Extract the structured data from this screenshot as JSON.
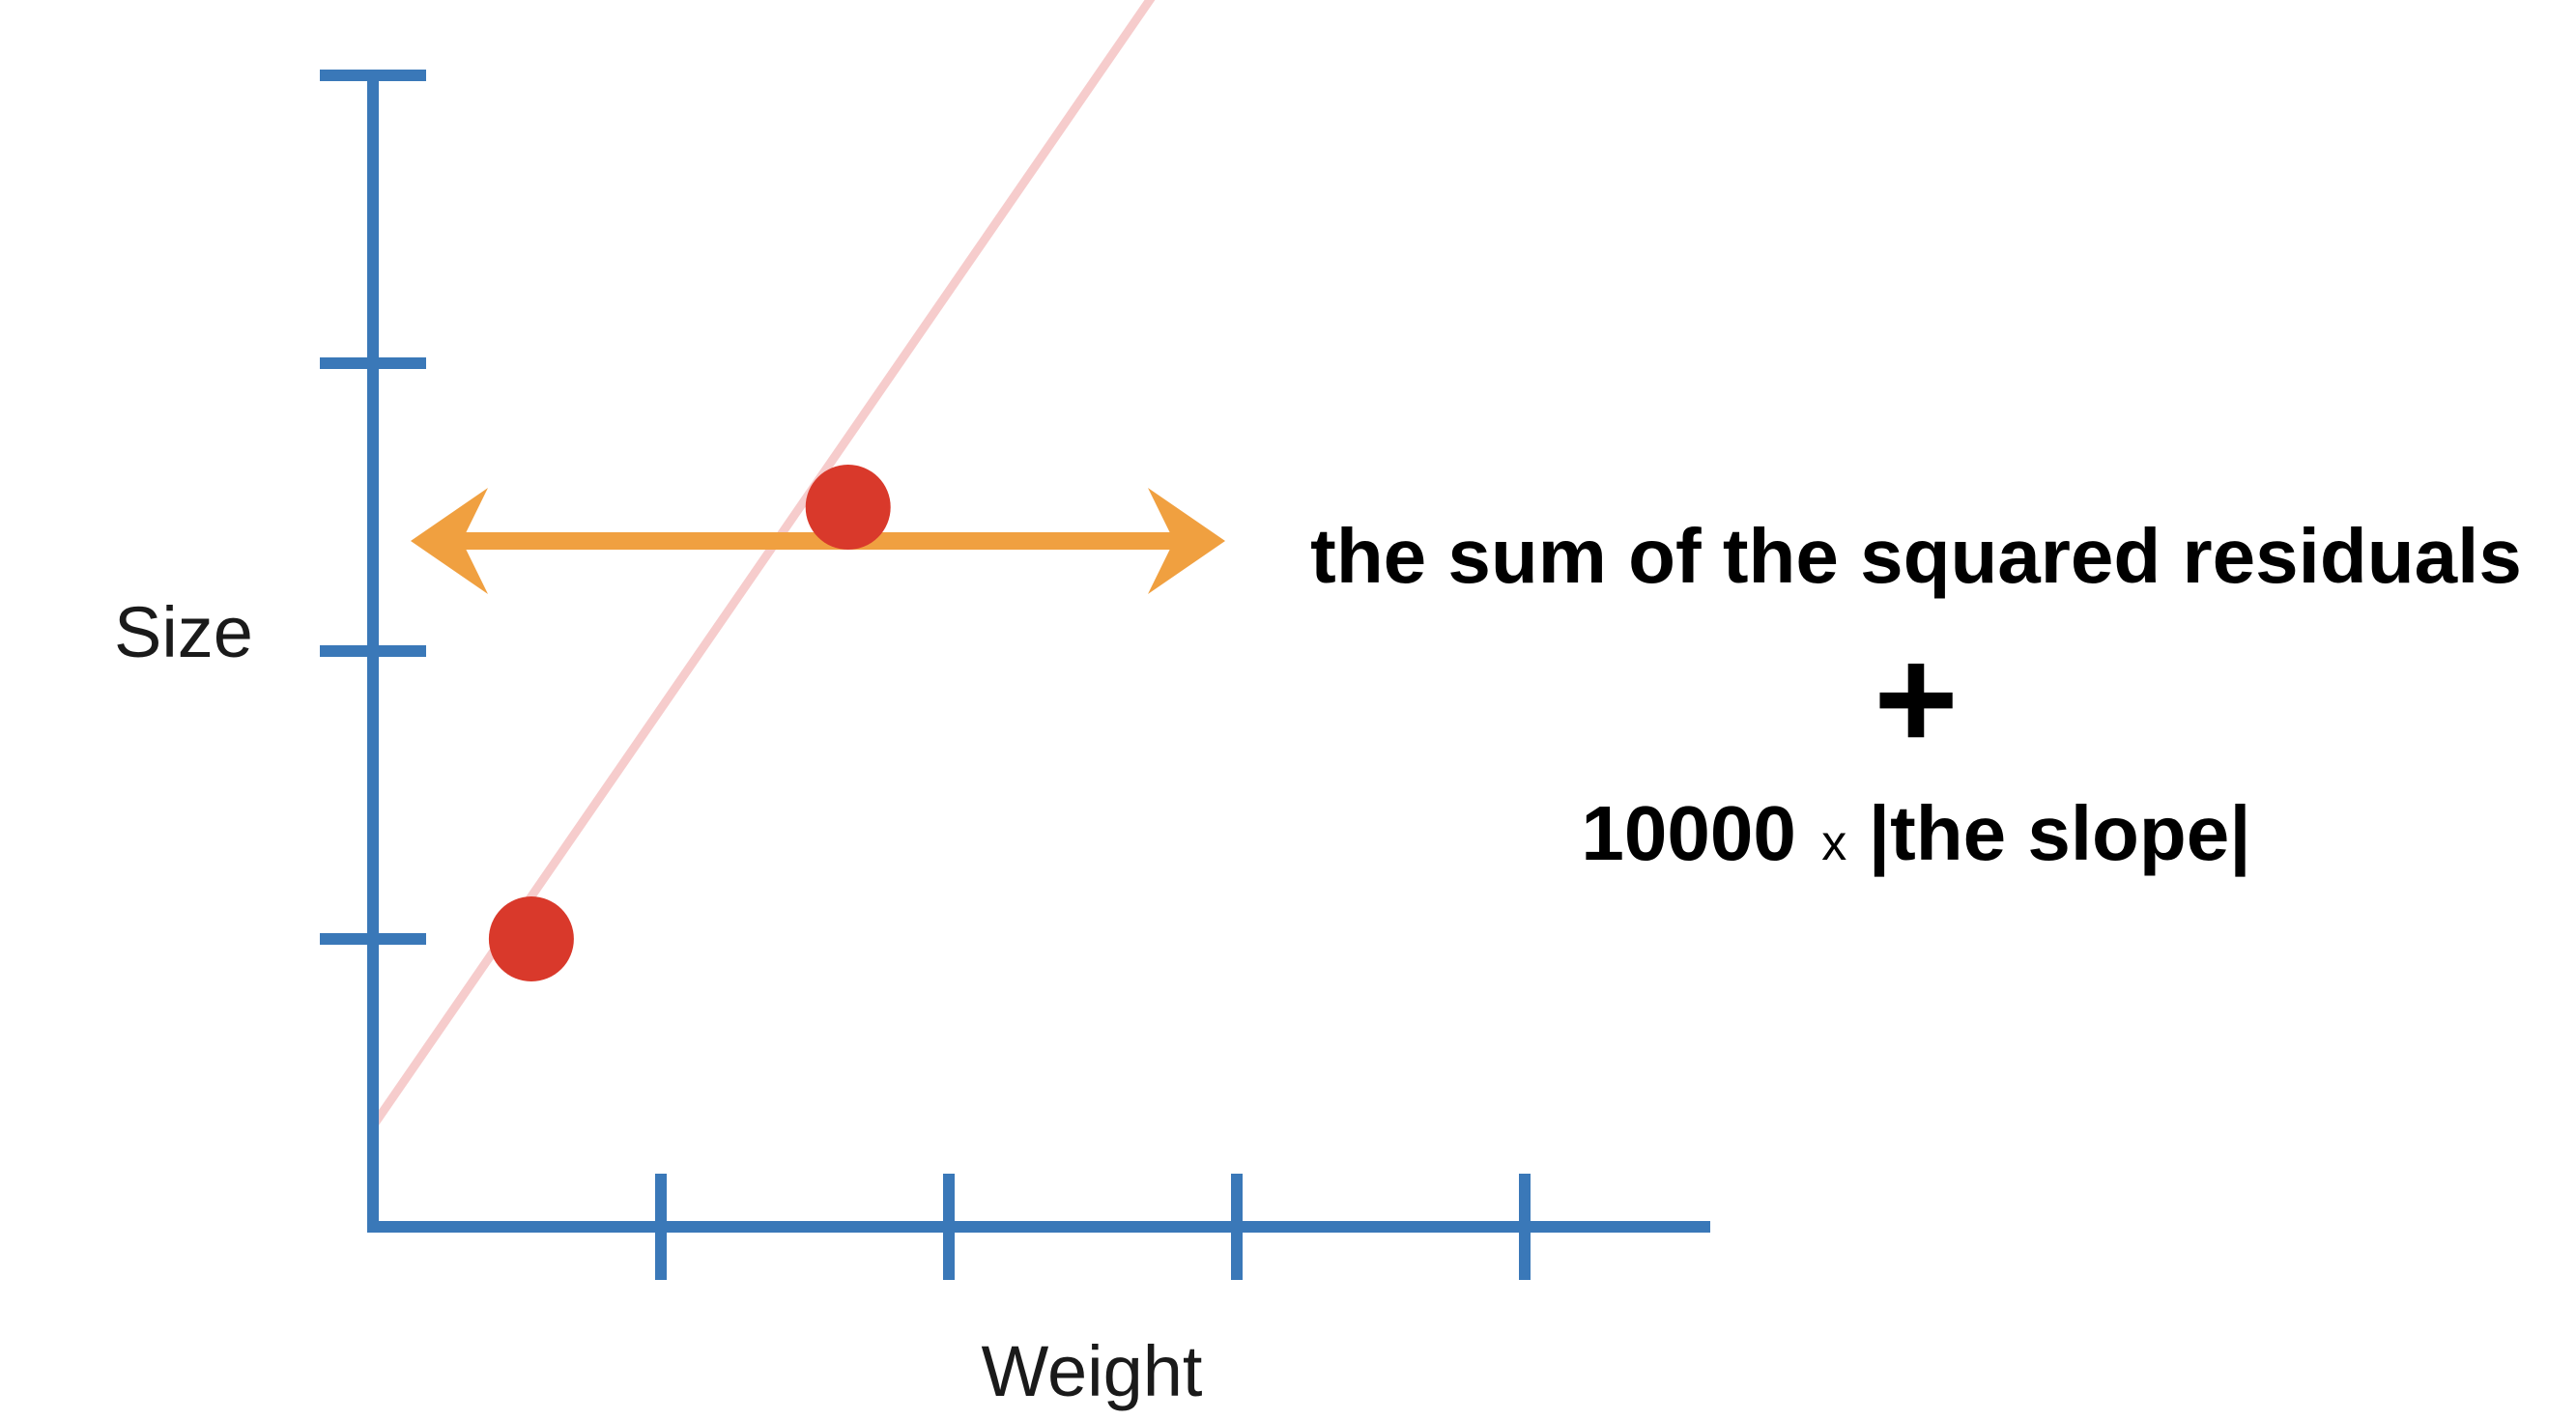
{
  "diagram": {
    "y_axis_label": "Size",
    "x_axis_label": "Weight",
    "colors": {
      "axis": "#3a78b8",
      "fit_line": "#f6cccc",
      "points": "#d9392b",
      "arrow": "#f0a040",
      "text": "#000000"
    },
    "y_ticks": 4,
    "x_ticks": 4,
    "points": [
      {
        "x": 0.55,
        "y": 1.0
      },
      {
        "x": 1.65,
        "y": 2.5
      }
    ],
    "fit_line": {
      "intercept": 0.35,
      "slope": 1.45
    },
    "equation": {
      "line1": "the sum of the squared residuals",
      "operator": "+",
      "coefficient": "10000",
      "times": "x",
      "term": "|the slope|"
    }
  }
}
